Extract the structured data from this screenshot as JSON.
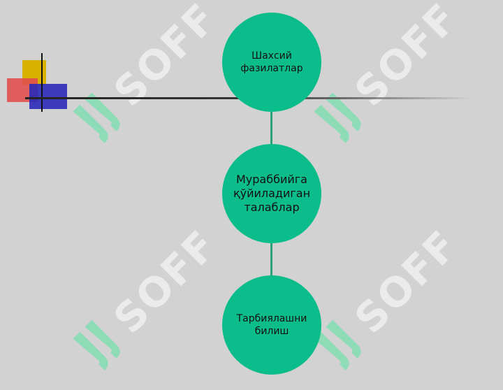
{
  "slide": {
    "watermark_text": "SOFF",
    "colors": {
      "background": "#d2d2d2",
      "node_fill": "#0bbd8a",
      "connector": "#2aa276",
      "watermark": "#ffffff"
    }
  },
  "diagram": {
    "nodes": [
      {
        "id": "top",
        "label": "Шахсий\nфазилатлар"
      },
      {
        "id": "center",
        "label": "Мураббийга\nқўйиладиган\nталаблар"
      },
      {
        "id": "bottom",
        "label": "Тарбиялашни\nбилиш"
      }
    ]
  },
  "icons": {
    "logo": "colored-squares-logo-icon",
    "watermark_mark": "soff-logo-icon"
  }
}
